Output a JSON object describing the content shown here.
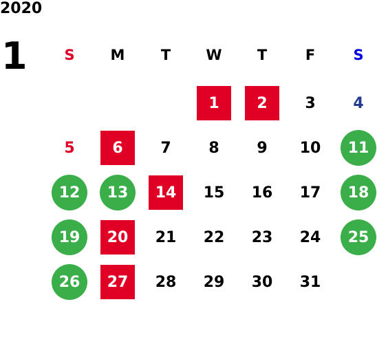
{
  "year": "2020",
  "month": "1",
  "weekdays": [
    {
      "label": "S",
      "color": "#e00025"
    },
    {
      "label": "M",
      "color": "#000000"
    },
    {
      "label": "T",
      "color": "#000000"
    },
    {
      "label": "W",
      "color": "#000000"
    },
    {
      "label": "T",
      "color": "#000000"
    },
    {
      "label": "F",
      "color": "#000000"
    },
    {
      "label": "S",
      "color": "#0000e0"
    }
  ],
  "days": [
    {
      "day": "1",
      "col": 3,
      "row": 0,
      "style": "holiday"
    },
    {
      "day": "2",
      "col": 4,
      "row": 0,
      "style": "holiday"
    },
    {
      "day": "3",
      "col": 5,
      "row": 0,
      "style": "normal"
    },
    {
      "day": "4",
      "col": 6,
      "row": 0,
      "style": "sat"
    },
    {
      "day": "5",
      "col": 0,
      "row": 1,
      "style": "sun"
    },
    {
      "day": "6",
      "col": 1,
      "row": 1,
      "style": "holiday"
    },
    {
      "day": "7",
      "col": 2,
      "row": 1,
      "style": "normal"
    },
    {
      "day": "8",
      "col": 3,
      "row": 1,
      "style": "normal"
    },
    {
      "day": "9",
      "col": 4,
      "row": 1,
      "style": "normal"
    },
    {
      "day": "10",
      "col": 5,
      "row": 1,
      "style": "normal"
    },
    {
      "day": "11",
      "col": 6,
      "row": 1,
      "style": "closed"
    },
    {
      "day": "12",
      "col": 0,
      "row": 2,
      "style": "closed"
    },
    {
      "day": "13",
      "col": 1,
      "row": 2,
      "style": "closed"
    },
    {
      "day": "14",
      "col": 2,
      "row": 2,
      "style": "holiday"
    },
    {
      "day": "15",
      "col": 3,
      "row": 2,
      "style": "normal"
    },
    {
      "day": "16",
      "col": 4,
      "row": 2,
      "style": "normal"
    },
    {
      "day": "17",
      "col": 5,
      "row": 2,
      "style": "normal"
    },
    {
      "day": "18",
      "col": 6,
      "row": 2,
      "style": "closed"
    },
    {
      "day": "19",
      "col": 0,
      "row": 3,
      "style": "closed"
    },
    {
      "day": "20",
      "col": 1,
      "row": 3,
      "style": "holiday"
    },
    {
      "day": "21",
      "col": 2,
      "row": 3,
      "style": "normal"
    },
    {
      "day": "22",
      "col": 3,
      "row": 3,
      "style": "normal"
    },
    {
      "day": "23",
      "col": 4,
      "row": 3,
      "style": "normal"
    },
    {
      "day": "24",
      "col": 5,
      "row": 3,
      "style": "normal"
    },
    {
      "day": "25",
      "col": 6,
      "row": 3,
      "style": "closed"
    },
    {
      "day": "26",
      "col": 0,
      "row": 4,
      "style": "closed"
    },
    {
      "day": "27",
      "col": 1,
      "row": 4,
      "style": "holiday"
    },
    {
      "day": "28",
      "col": 2,
      "row": 4,
      "style": "normal"
    },
    {
      "day": "29",
      "col": 3,
      "row": 4,
      "style": "normal"
    },
    {
      "day": "30",
      "col": 4,
      "row": 4,
      "style": "normal"
    },
    {
      "day": "31",
      "col": 5,
      "row": 4,
      "style": "normal"
    }
  ]
}
